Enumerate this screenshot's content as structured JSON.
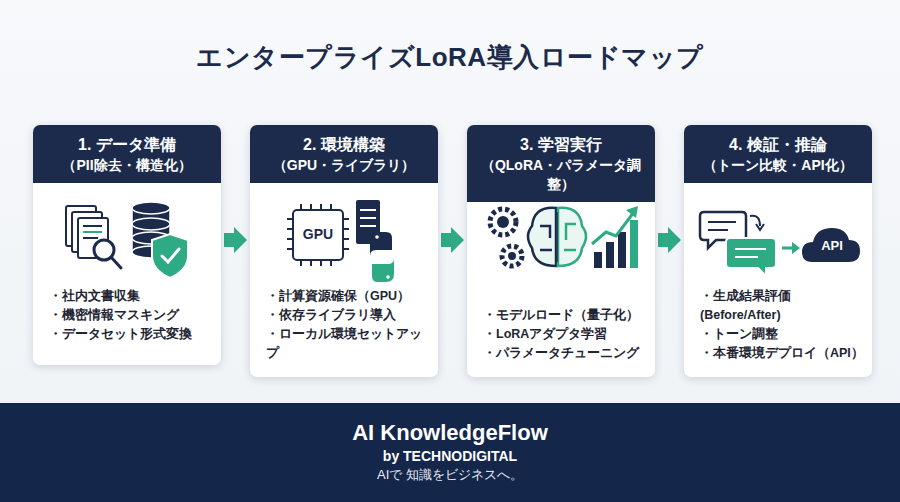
{
  "diagram": {
    "title": "エンタープライズLoRA導入ロードマップ",
    "nodes": [
      {
        "text": [
          "1. データ準備",
          "（PII除去・構造化）",
          "・社内文書収集",
          "・機密情報マスキング",
          "・データセット形式変換"
        ]
      },
      {
        "text": [
          "2. 環境構築",
          "（GPU・ライブラリ）",
          "・計算資源確保（GPU）",
          "・依存ライブラリ導入",
          "・ローカル環境セットアップ"
        ]
      },
      {
        "text": [
          "3. 学習実行",
          "（QLoRA・パラメータ調整）",
          "・モデルロード（量子化）",
          "・LoRAアダプタ学習",
          "・パラメータチューニング"
        ]
      },
      {
        "text": [
          "4. 検証・推論",
          "（トーン比較・API化）",
          "・生成結果評価 (Before/After)",
          "・トーン調整",
          "・本番環境デプロイ（API）"
        ]
      },
      {
        "text": [
          "AI KnowledgeFlow",
          "by TECHNODIGITAL",
          "AIで 知識をビジネスへ。"
        ]
      }
    ],
    "edges": [
      {
        "from": 0,
        "to": 1,
        "arrow": "to"
      },
      {
        "from": 1,
        "to": 2,
        "arrow": "to"
      },
      {
        "from": 2,
        "to": 3,
        "arrow": "to"
      }
    ],
    "labels": [
      "GPU",
      "API"
    ]
  }
}
